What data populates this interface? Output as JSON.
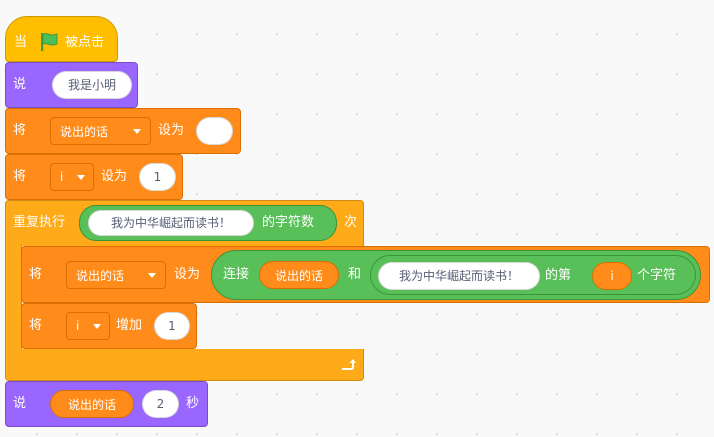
{
  "hat": {
    "when": "当",
    "clicked": "被点击"
  },
  "say1": {
    "label": "说",
    "message": "我是小明"
  },
  "set_words": {
    "prefix": "将",
    "variable": "说出的话",
    "to": "设为",
    "value": ""
  },
  "set_i": {
    "prefix": "将",
    "variable": "i",
    "to": "设为",
    "value": "1"
  },
  "repeat": {
    "label": "重复执行",
    "string": "我为中华崛起而读书！",
    "length_of": "的字符数",
    "times": "次"
  },
  "set_join": {
    "prefix": "将",
    "variable": "说出的话",
    "to": "设为",
    "join": "连接",
    "join_var": "说出的话",
    "and": "和",
    "string": "我为中华崛起而读书！",
    "letter_of": "的第",
    "letter_index_var": "i",
    "char": "个字符"
  },
  "change_i": {
    "prefix": "将",
    "variable": "i",
    "by": "增加",
    "value": "1"
  },
  "say2": {
    "label": "说",
    "message_var": "说出的话",
    "seconds": "2",
    "secs_label": "秒"
  },
  "colors": {
    "events": "#ffbf00",
    "looks": "#9966ff",
    "variables": "#ff8c1a",
    "control": "#ffab19",
    "operators": "#59c059",
    "flag": "#4cbf56"
  }
}
